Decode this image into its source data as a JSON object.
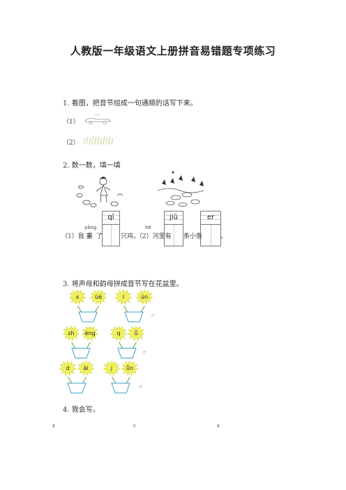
{
  "title": "人教版一年级语文上册拼音易错题专项练习",
  "q1": {
    "label": "1. 看图，把音节组成一句通顺的话写下来。",
    "items": [
      "（1）",
      "（2）"
    ]
  },
  "q2": {
    "label": "2. 数一数，填一填",
    "sentence": {
      "part1": "（1）我 家",
      "yang_pinyin": "yǎng",
      "yang": "养",
      "part2": "了",
      "part3": "只鸡，",
      "part4": "（2）河里有",
      "he_pinyin": "hé",
      "part5": "条小鱼",
      "end": "。"
    },
    "boxes": [
      "qī",
      "jiǔ",
      "er"
    ]
  },
  "q3": {
    "label": "3. 将声母和韵母拼成音节写在花盆里。",
    "flowers": [
      [
        "x",
        "üé"
      ],
      [
        "l",
        "ún"
      ],
      [
        "sh",
        "éng"
      ],
      [
        "q",
        "ǚ"
      ],
      [
        "d",
        "āi"
      ],
      [
        "j",
        "ǖn"
      ]
    ],
    "return_mark": "↵"
  },
  "q4": {
    "label": "4. 我会写。",
    "letters": [
      "z",
      "c",
      "s"
    ]
  },
  "colors": {
    "flower": "#f0f060",
    "flower_edge": "#c8c820",
    "pot": "#3aa0c8",
    "stem": "#6a9a3a"
  }
}
